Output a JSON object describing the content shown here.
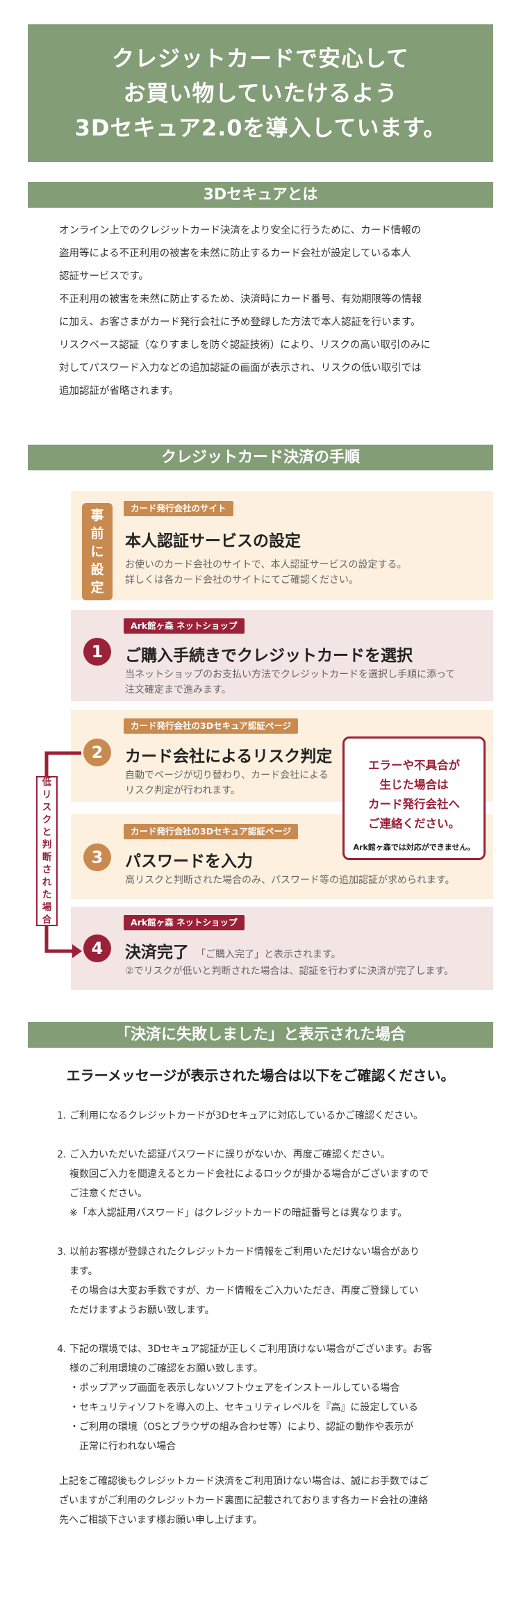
{
  "hero": {
    "title": "クレジットカードで安心して\nお買い物していたけるよう\n3Dセキュア2.0を導入しています。"
  },
  "about": {
    "heading": "3Dセキュアとは",
    "lines": [
      "オンライン上でのクレジットカード決済をより安全に行うために、カード情報の",
      "盗用等による不正利用の被害を未然に防止するカード会社が設定している本人",
      "認証サービスです。",
      "不正利用の被害を未然に防止するため、決済時にカード番号、有効期限等の情報",
      "に加え、お客さまがカード発行会社に予め登録した方法で本人認証を行います。",
      "リスクベース認証（なりすましを防ぐ認証技術）により、リスクの高い取引のみに",
      "対してパスワード入力などの追加認証の画面が表示され、リスクの低い取引では",
      "追加認証が省略されます。"
    ]
  },
  "flow": {
    "heading": "クレジットカード決済の手順",
    "pre": {
      "badge": [
        "事",
        "前",
        "に",
        "設",
        "定"
      ],
      "tag": "カード発行会社のサイト",
      "title": "本人認証サービスの設定",
      "sub": "お使いのカード会社のサイトで、本人認証サービスの設定する。\n詳しくは各カード会社のサイトにてご確認ください。"
    },
    "steps": [
      {
        "num": "1",
        "tag": "Ark館ヶ森 ネットショップ",
        "title": "ご購入手続きでクレジットカードを選択",
        "sub": "当ネットショップのお支払い方法でクレジットカードを選択し手順に添って\n注文確定まで進みます。"
      },
      {
        "num": "2",
        "tag": "カード発行会社の3Dセキュア認証ページ",
        "title": "カード会社によるリスク判定",
        "sub": "自動でページが切り替わり、カード会社による\nリスク判定が行われます。"
      },
      {
        "num": "3",
        "tag": "カード発行会社の3Dセキュア認証ページ",
        "title": "パスワードを入力",
        "sub": "高リスクと判断された場合のみ、パスワード等の追加認証が求められます。"
      },
      {
        "num": "4",
        "tag": "Ark館ヶ森 ネットショップ",
        "title": "決済完了",
        "inline": "「ご購入完了」と表示されます。",
        "sub": "②でリスクが低いと判断された場合は、認証を行わずに決済が完了します。"
      }
    ],
    "alert": {
      "main": "エラーや不具合が\n生じた場合は\nカード発行会社へ\nご連絡ください。",
      "note": "Ark館ヶ森では対応ができません。"
    },
    "low_risk_label": [
      "低",
      "リ",
      "ス",
      "ク",
      "と",
      "判",
      "断",
      "さ",
      "れ",
      "た",
      "場",
      "合"
    ]
  },
  "fail": {
    "heading": "「決済に失敗しました」と表示された場合",
    "lead": "エラーメッセージが表示された場合は以下をご確認ください。",
    "items": [
      {
        "n": "1.",
        "text": "ご利用になるクレジットカードが3Dセキュアに対応しているかご確認ください。"
      },
      {
        "n": "2.",
        "text": "ご入力いただいた認証パスワードに誤りがないか、再度ご確認ください。\n複数回ご入力を間違えるとカード会社によるロックが掛かる場合がございますので\nご注意ください。\n※「本人認証用パスワード」はクレジットカードの暗証番号とは異なります。"
      },
      {
        "n": "3.",
        "text": "以前お客様が登録されたクレジットカード情報をご利用いただけない場合があり\nます。\nその場合は大変お手数ですが、カード情報をご入力いただき、再度ご登録してい\nただけますようお願い致します。"
      },
      {
        "n": "4.",
        "text": "下記の環境では、3Dセキュア認証が正しくご利用頂けない場合がございます。お客\n様のご利用環境のご確認をお願い致します。\n・ポップアップ画面を表示しないソフトウェアをインストールしている場合\n・セキュリティソフトを導入の上、セキュリティレベルを『高』に設定している\n・ご利用の環境（OSとブラウザの組み合わせ等）により、認証の動作や表示が\n　正常に行われない場合"
      }
    ],
    "closing": "上記をご確認後もクレジットカード決済をご利用頂けない場合は、誠にお手数ではご\nざいますがご利用のクレジットカード裏面に記載されております各カード会社の連絡\n先へご相談下さいます様お願い申し上げます。"
  }
}
